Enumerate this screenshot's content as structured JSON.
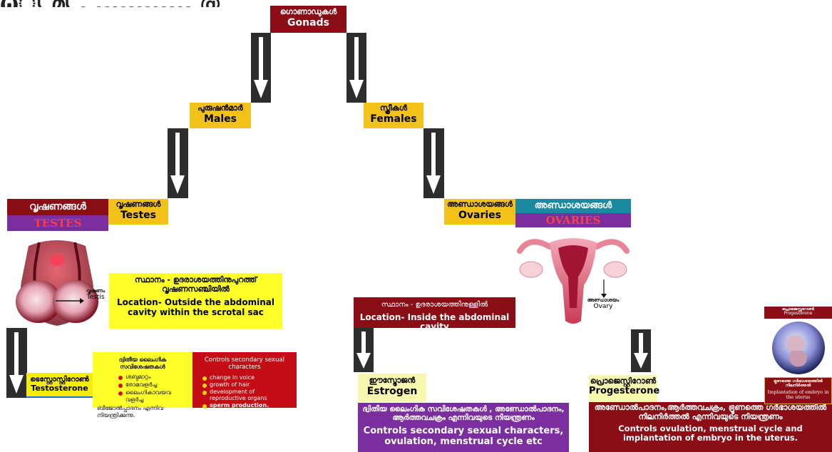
{
  "colors": {
    "maroon": "#8b0d16",
    "yellow": "#f5e100",
    "ryellow": "#ffea00",
    "gold": "#f3c21a",
    "purple": "#7b2f9f",
    "arrow": "#2d2d2d",
    "red": "#c40c14",
    "teal": "#1b8aa0"
  },
  "top_text": "ω്യ മ്യ .  ............  @",
  "gonads": {
    "ml": "ഗൊണാഡുകൾ",
    "en": "Gonads"
  },
  "males": {
    "ml": "പുരുഷൻമാർ",
    "en": "Males"
  },
  "females": {
    "ml": "സ്ത്രീകൾ",
    "en": "Females"
  },
  "testes_label": {
    "ml": "വൃഷണങ്ങൾ",
    "en": "Testes"
  },
  "testes_banner": {
    "ml": "വൃഷണങ്ങൾ",
    "en": "TESTES"
  },
  "testis_callout": {
    "ml": "വൃഷണം",
    "en": "Testis"
  },
  "ovaries_label": {
    "ml": "അണ്ഡാശയങ്ങൾ",
    "en": "Ovaries"
  },
  "ovaries_banner": {
    "ml": "അണ്ഡാശയങ്ങൾ",
    "en": "OVARIES"
  },
  "ovary_callout": {
    "ml": "അണ്ഡാശയം",
    "en": "Ovary"
  },
  "male_location": {
    "ml": "സ്ഥാനം - ഉദരാശയത്തിനുപുറത്ത് വൃഷണസഞ്ചിയിൽ",
    "en": "Location- Outside the abdominal cavity within the scrotal sac"
  },
  "female_location": {
    "ml": "സ്ഥാനം - ഉദരാശയത്തിനുള്ളിൽ",
    "en": "Location- Inside the abdominal cavity"
  },
  "testosterone": {
    "ml": "ടെസ്റ്റോസ്റ്റിറോൺ",
    "en": "Testosterone"
  },
  "male_functions_ml": {
    "title": "ദ്വിതീയ ലൈംഗിക സവിശേഷതകൾ",
    "items": [
      "ശബ്ദമാറ്റം",
      "രോമവളർച്ച",
      "ലൈംഗികാവയവ വളർച്ച"
    ],
    "footer": "ബീജോൽപ്പാദനം എന്നിവ നിയന്ത്രിക്കുന്നു."
  },
  "male_functions_en": {
    "title": "Controls secondary sexual characters",
    "items": [
      "change in voice",
      "growth of hair",
      "development of reproductive organs",
      "sperm production."
    ]
  },
  "estrogen": {
    "ml": "ഈസ്ട്രോജൻ",
    "en": "Estrogen"
  },
  "estrogen_functions": {
    "ml": "ദ്വിതീയ ലൈംഗിക സവിശേഷതകൾ , അണ്ഡോൽപാദനം, ആർത്തവചക്രം എന്നിവയുടെ നിയന്ത്രണം",
    "en": "Controls secondary sexual characters, ovulation, menstrual cycle etc"
  },
  "progesterone": {
    "ml": "പ്രൊജെസ്റ്റിറോൺ",
    "en": "Progesterone"
  },
  "progesterone_functions": {
    "ml": "അണ്ഡോൽപാദനം,ആർത്തവചക്രം, ഭ്രൂണത്തെ ഗർഭാശയത്തിൽ നിലനിർത്തൽ എന്നിവയുടെ നിയന്ത്രണം",
    "en": "Controls ovulation, menstrual cycle and implantation of embryo in the uterus."
  },
  "embryo_card": {
    "ml_top": "പ്രൊജെസ്റ്ററോൺ",
    "en_top": "Progesterone",
    "ml_bottom": "ഭ്രൂണത്തെ ഗർഭാശയത്തിൽ നിലനിർത്തൽ",
    "en_bottom": "Implantation of embryo in the uterus"
  }
}
